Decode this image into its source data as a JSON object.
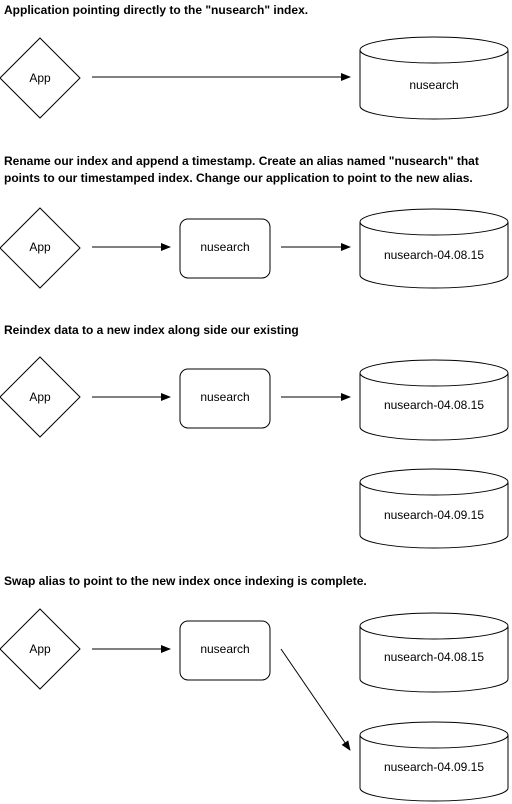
{
  "headings": [
    "Application pointing directly to the \"nusearch\" index.",
    "Rename our index and append a timestamp.  Create an alias named \"nusearch\" that points to our timestamped index.  Change our application to point to the new alias.",
    "Reindex data to a new index along side our existing",
    "Swap alias to point to the new index once indexing is complete."
  ],
  "labels": {
    "app": "App",
    "alias": "nusearch",
    "original_index": "nusearch",
    "index_old": "nusearch-04.08.15",
    "index_new": "nusearch-04.09.15"
  }
}
